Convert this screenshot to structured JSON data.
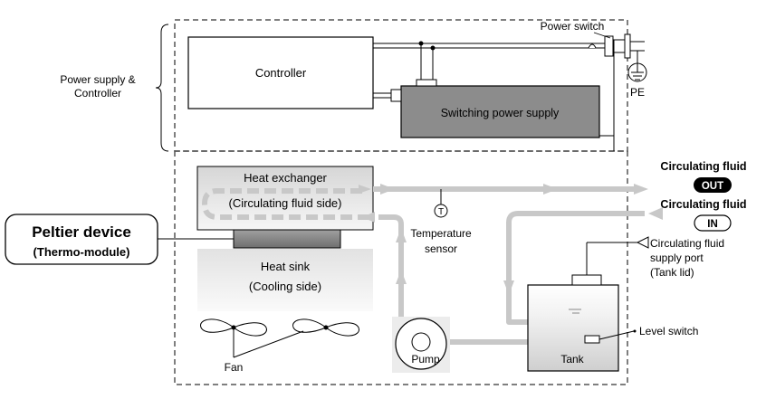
{
  "labels": {
    "power_switch": "Power switch",
    "power_supply_controller_line1": "Power supply &",
    "power_supply_controller_line2": "Controller",
    "controller": "Controller",
    "switching_power_supply": "Switching power supply",
    "pe": "PE",
    "heat_exchanger_line1": "Heat exchanger",
    "heat_exchanger_line2": "(Circulating fluid side)",
    "temperature_sensor_line1": "Temperature",
    "temperature_sensor_line2": "sensor",
    "temperature_symbol": "T",
    "peltier_line1": "Peltier device",
    "peltier_line2": "(Thermo-module)",
    "heat_sink_line1": "Heat sink",
    "heat_sink_line2": "(Cooling side)",
    "fan": "Fan",
    "pump": "Pump",
    "tank": "Tank",
    "level_switch": "Level switch",
    "circ_fluid_out_label": "Circulating  fluid",
    "out_badge": "OUT",
    "circ_fluid_in_label": "Circulating  fluid",
    "in_badge": "IN",
    "supply_port_line1": "Circulating  fluid",
    "supply_port_line2": "supply port",
    "supply_port_line3": "(Tank  lid)"
  },
  "colors": {
    "flow": "#c8c8c8",
    "switching_fill": "#8c8c8c",
    "peltier_fill": "#8e8e8e",
    "heat_exchanger_fill": "#e4e4e4",
    "heat_sink_fill": "#ececec",
    "badge_fill": "#000000"
  }
}
